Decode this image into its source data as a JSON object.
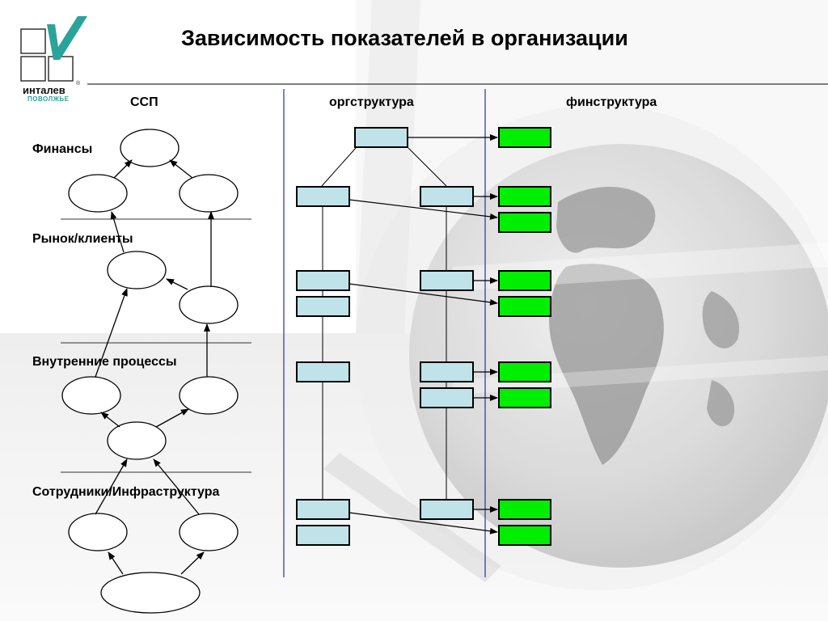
{
  "title": "Зависимость показателей в организации",
  "columns": {
    "ssp": "ССП",
    "org": "оргструктура",
    "fin": "финструктура"
  },
  "levels": {
    "finance": "Финансы",
    "market": "Рынок/клиенты",
    "internal": "Внутренние процессы",
    "employees": "Сотрудники/Инфраструктура"
  },
  "logo": {
    "word": "инталев",
    "sub": "ПОВОЛЖЬЕ",
    "reg": "®"
  },
  "colors": {
    "org_box_fill": "#bfe3e8",
    "fin_box_fill": "#00ee00",
    "accent": "#3355aa",
    "logo_accent": "#2aa39b"
  }
}
